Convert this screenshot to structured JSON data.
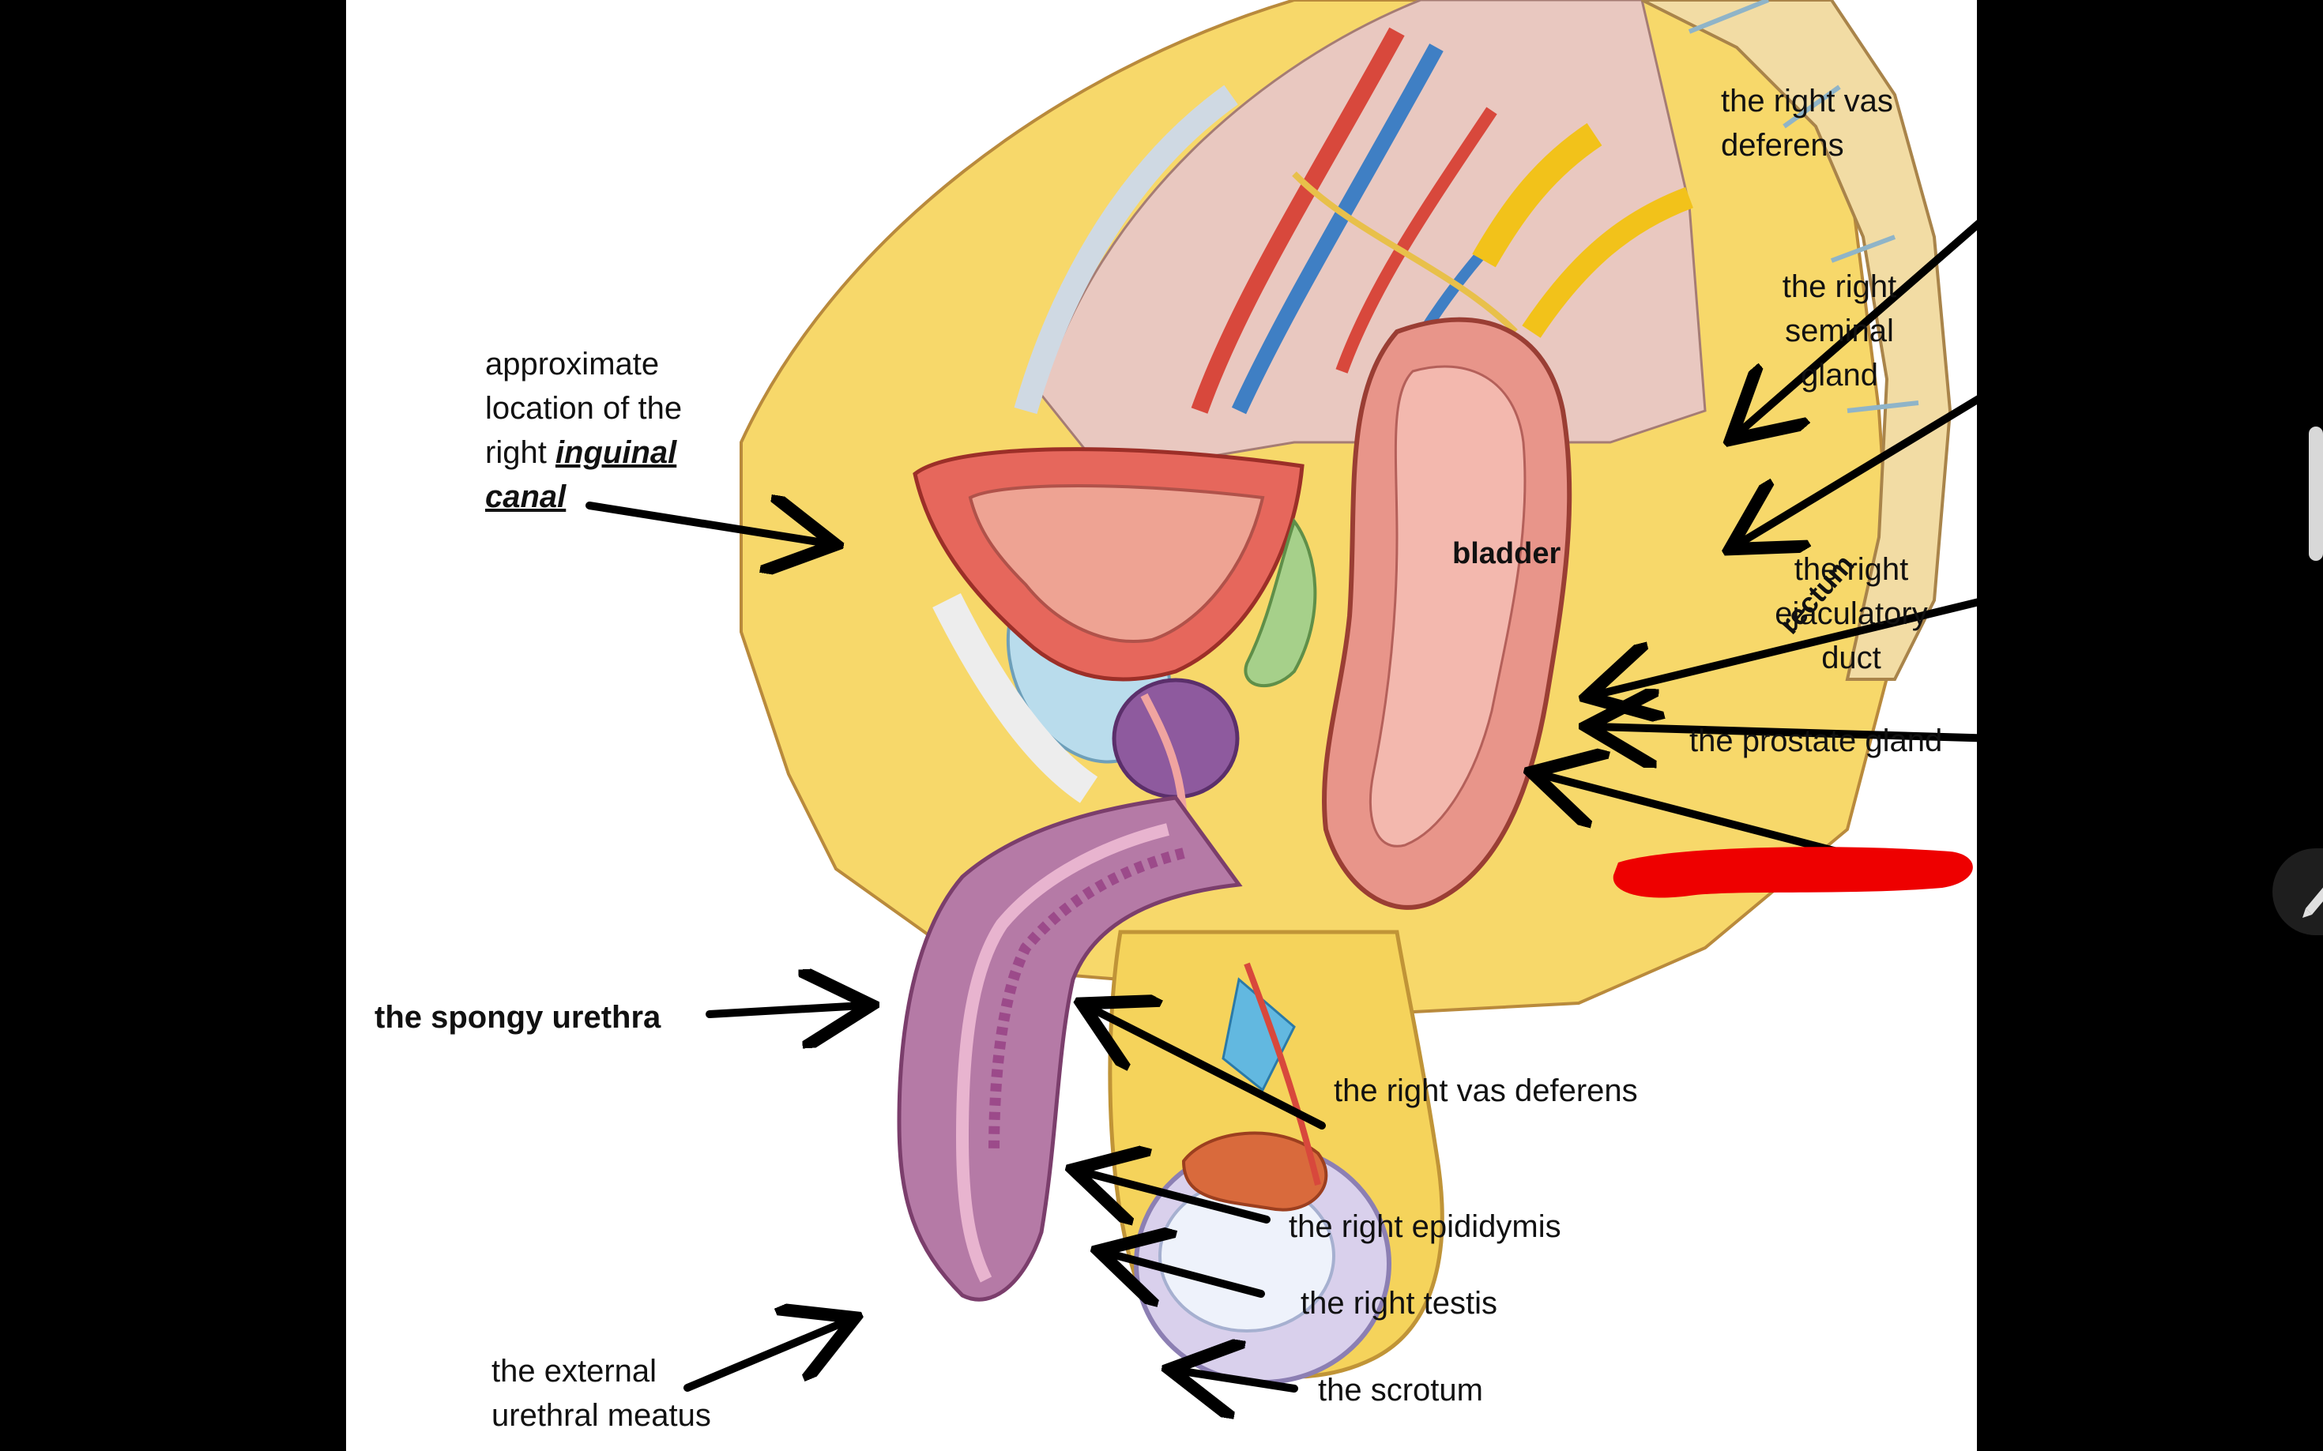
{
  "diagram": {
    "organs": {
      "bladder": "bladder",
      "rectum": "rectum"
    },
    "labels": {
      "vas_deferens_top": [
        "the right vas",
        "deferens"
      ],
      "seminal_gland": [
        "the right",
        "seminal",
        "gland"
      ],
      "ejaculatory_duct": [
        "the right",
        "ejaculatory",
        "duct"
      ],
      "prostate": "the prostate gland",
      "inguinal": {
        "lines": [
          "approximate",
          "location of the"
        ],
        "prefix": "right ",
        "emph1": "inguinal",
        "emph2": "canal"
      },
      "spongy_urethra": "the spongy urethra",
      "vas_deferens_lower": "the right vas deferens",
      "epididymis": "the right epididymis",
      "testis": "the right testis",
      "external_meatus": [
        "the external",
        "urethral meatus"
      ],
      "scrotum": "the scrotum"
    },
    "redaction_color": "#ee0000"
  },
  "ui": {
    "scroll_handle_icon": "scroll-handle",
    "pencil_icon": "pencil-icon"
  }
}
